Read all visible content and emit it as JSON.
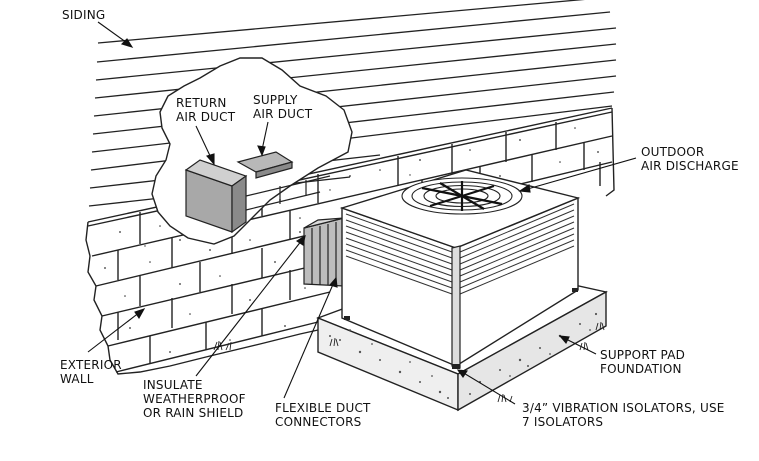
{
  "labels": {
    "siding": "SIDING",
    "return_air_duct": [
      "RETURN",
      "AIR DUCT"
    ],
    "supply_air_duct": [
      "SUPPLY",
      "AIR DUCT"
    ],
    "outdoor_air_discharge": [
      "OUTDOOR",
      "AIR DISCHARGE"
    ],
    "exterior_wall": [
      "EXTERIOR",
      "WALL"
    ],
    "insulate_weatherproof": [
      "INSULATE",
      "WEATHERPROOF",
      "OR RAIN SHIELD"
    ],
    "flexible_duct_connectors": [
      "FLEXIBLE DUCT",
      "CONNECTORS"
    ],
    "vibration_isolators": [
      "3/4” VIBRATION ISOLATORS, USE",
      "7 ISOLATORS"
    ],
    "support_pad_foundation": [
      "SUPPORT PAD",
      "FOUNDATION"
    ]
  },
  "colors": {
    "ink": "#111111",
    "duct_gray": "#b0b0b0",
    "pad_speckle": "#555555"
  }
}
